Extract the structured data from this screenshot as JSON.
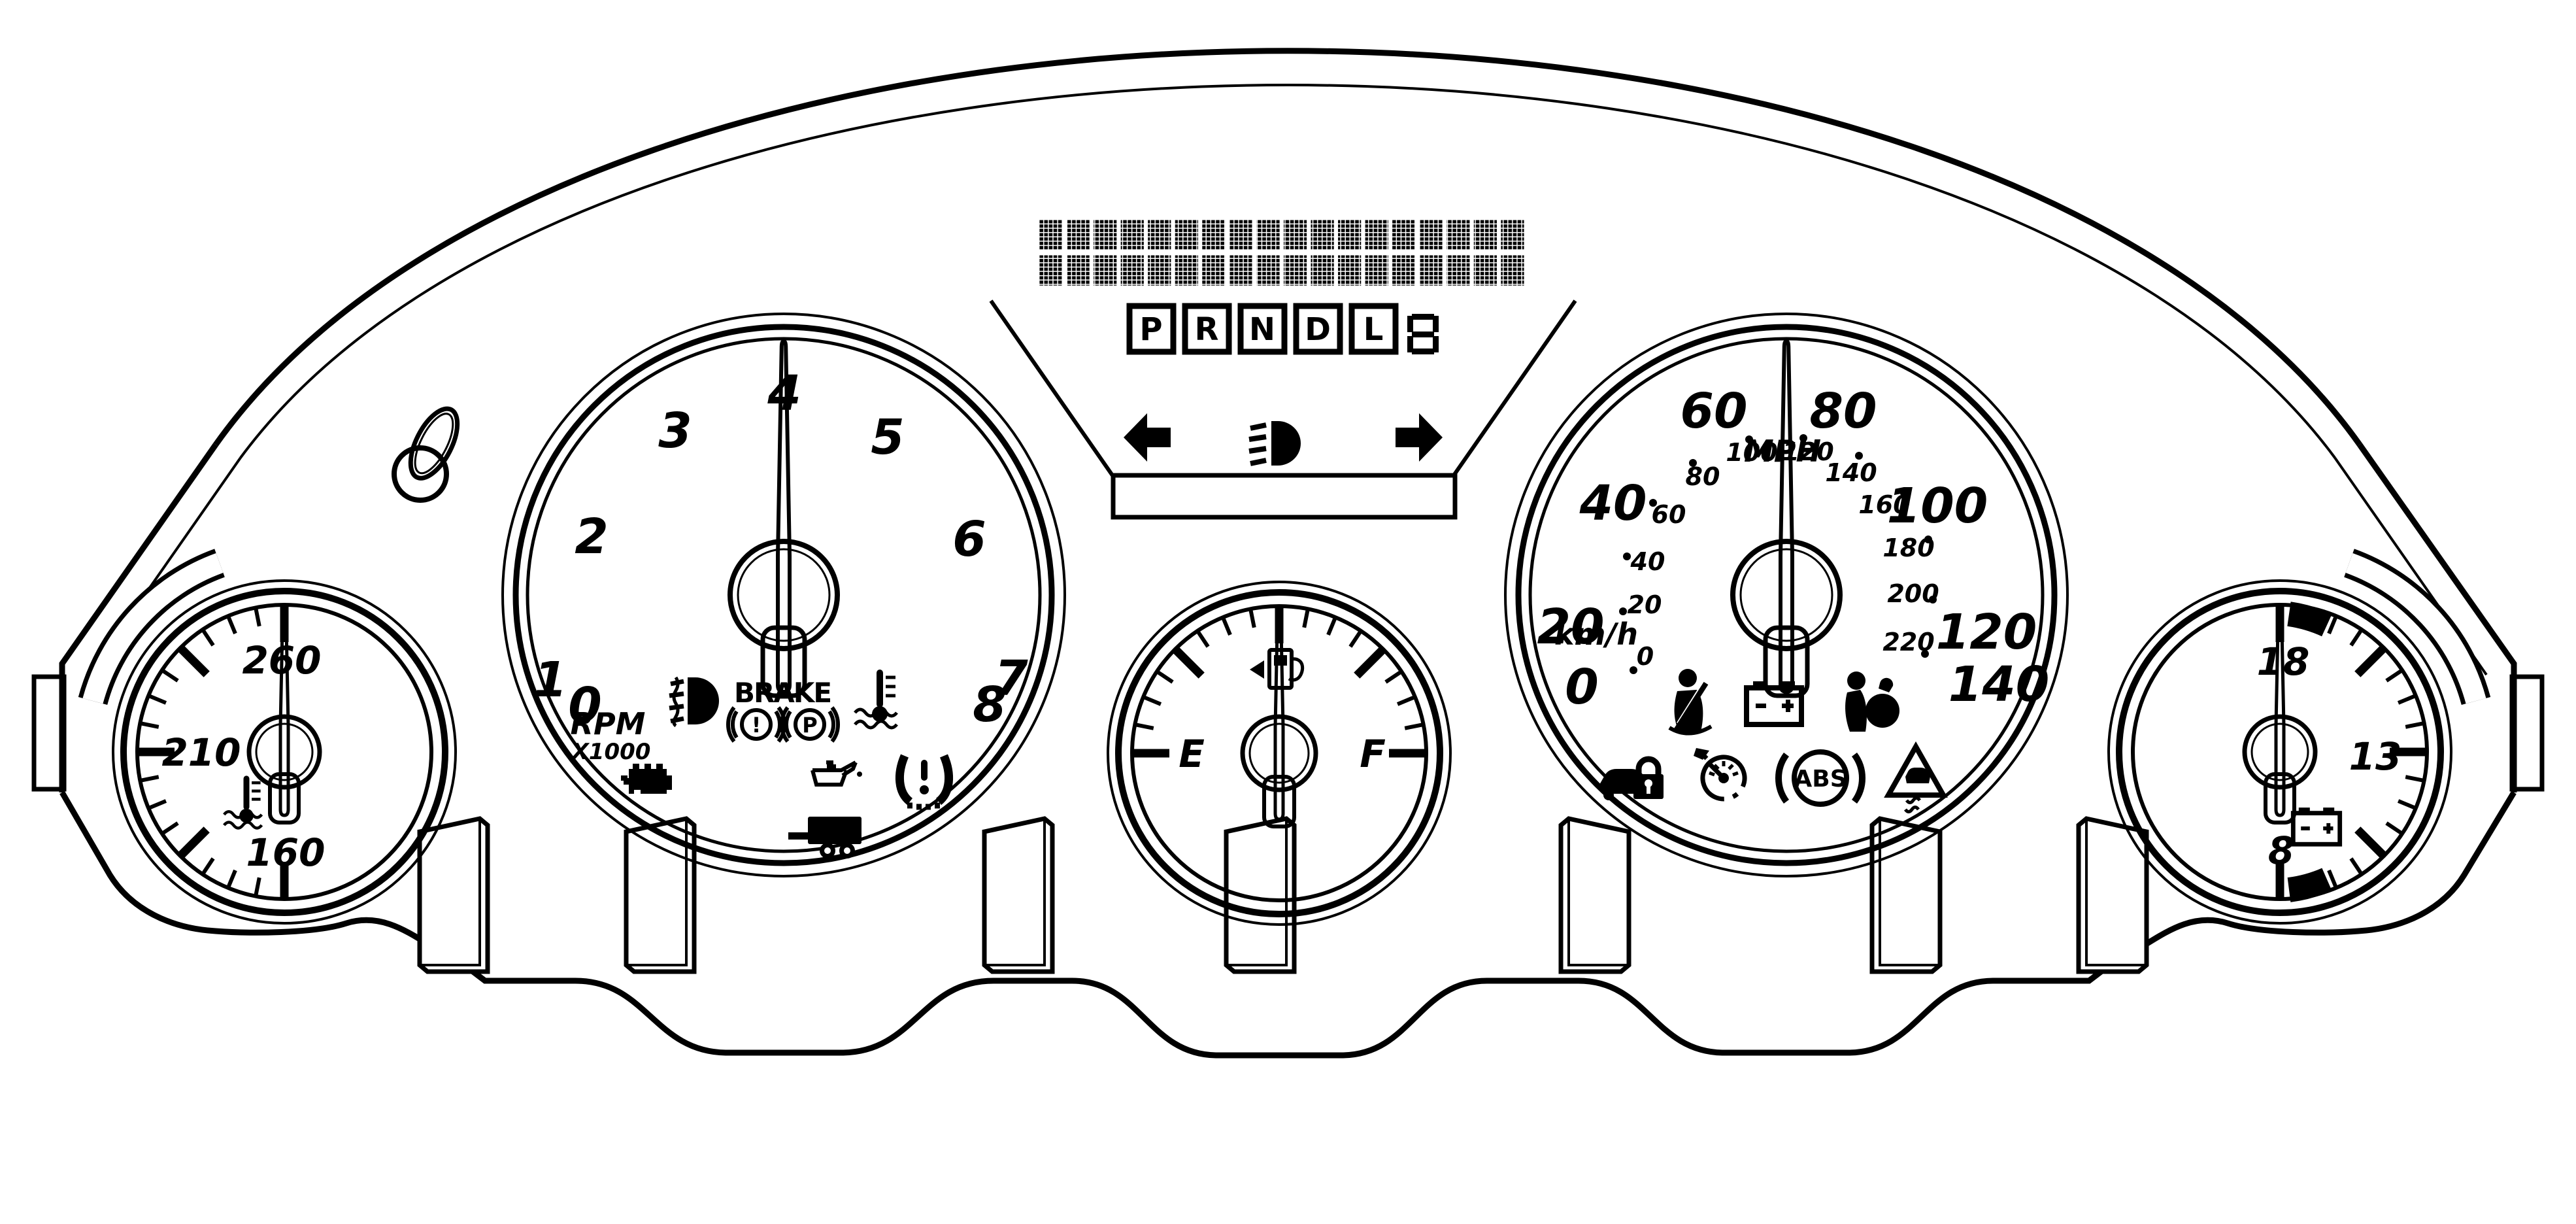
{
  "colors": {
    "ink": "#000000",
    "paper": "#ffffff"
  },
  "display": {
    "matrix_rows": 2,
    "matrix_cols": 18,
    "gear_letters": [
      "P",
      "R",
      "N",
      "D",
      "L"
    ],
    "gear_digit": "8"
  },
  "indicators": {
    "left_turn": "left-turn-arrow",
    "headlight": "low-beam",
    "right_turn": "right-turn-arrow"
  },
  "tachometer": {
    "numbers": [
      "0",
      "1",
      "2",
      "3",
      "4",
      "5",
      "6",
      "7",
      "8"
    ],
    "unit_label": "RPM",
    "multiplier_label": "X1000",
    "brake_label": "BRAKE",
    "brake_glyphs": [
      "!",
      "P"
    ],
    "needle_indicated_value": "4",
    "warning_icons": [
      "fog-light",
      "brake",
      "coolant-temp",
      "check-engine",
      "oil-pressure",
      "tpms",
      "trailer-tow"
    ]
  },
  "speedometer": {
    "mph_labels": [
      "0",
      "20",
      "40",
      "60",
      "80",
      "100",
      "120",
      "140"
    ],
    "mph_unit_label": "MPH",
    "kmh_labels": [
      "0",
      "20",
      "40",
      "60",
      "80",
      "100",
      "120",
      "140",
      "160",
      "180",
      "200",
      "220"
    ],
    "kmh_unit_label": "km/h",
    "abs_label": "ABS",
    "needle_indicated_value": "70",
    "warning_icons": [
      "seatbelt",
      "battery-charge",
      "airbag",
      "security",
      "cruise-set-speed",
      "abs",
      "traction-slip"
    ]
  },
  "temperature_gauge": {
    "labels": [
      "160",
      "210",
      "260"
    ],
    "icon": "coolant-temp",
    "needle_indicated_value": "260"
  },
  "voltage_gauge": {
    "labels": [
      "8",
      "13",
      "18"
    ],
    "icon": "battery",
    "needle_indicated_value": "18"
  },
  "fuel_gauge": {
    "empty_label": "E",
    "full_label": "F",
    "icon": "fuel-pump-filler-left-arrow",
    "needle_indicated_value": "1/2"
  }
}
